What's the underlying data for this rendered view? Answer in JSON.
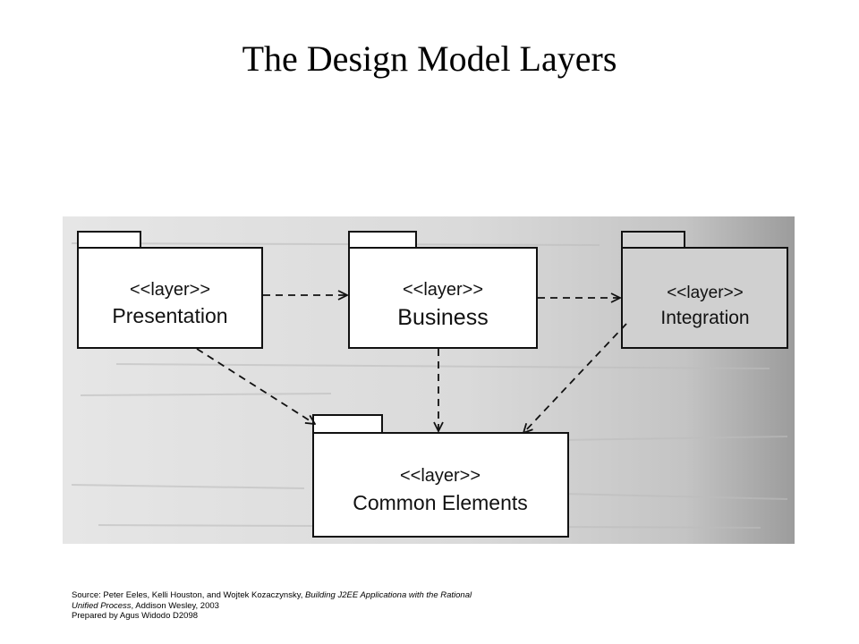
{
  "slide": {
    "title": "The Design Model Layers"
  },
  "diagram": {
    "packages": [
      {
        "id": "presentation",
        "stereotype": "<<layer>>",
        "name": "Presentation"
      },
      {
        "id": "business",
        "stereotype": "<<layer>>",
        "name": "Business"
      },
      {
        "id": "integration",
        "stereotype": "<<layer>>",
        "name": "Integration"
      },
      {
        "id": "common",
        "stereotype": "<<layer>>",
        "name": "Common Elements"
      }
    ],
    "dependencies": [
      {
        "from": "presentation",
        "to": "business"
      },
      {
        "from": "business",
        "to": "integration"
      },
      {
        "from": "presentation",
        "to": "common"
      },
      {
        "from": "business",
        "to": "common"
      },
      {
        "from": "integration",
        "to": "common"
      }
    ]
  },
  "source": {
    "prefix": "Source: Peter Eeles, Kelli Houston, and Wojtek Kozaczynsky, ",
    "book_title_part1": "Building J2EE Applicationa with the Rational",
    "book_title_part2": "Unified Process",
    "publisher": ", Addison Wesley, 2003",
    "prepared_by": "Prepared by Agus Widodo D2098"
  },
  "colors": {
    "scan_background": "#dcdcdc",
    "scan_shade": "#9a9a9a",
    "ink": "#111111"
  }
}
